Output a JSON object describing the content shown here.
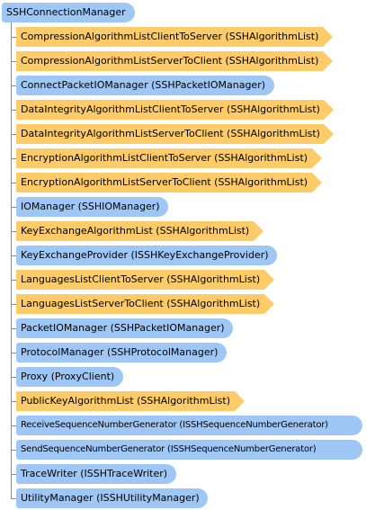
{
  "root": {
    "label": "SSHConnectionManager"
  },
  "members": [
    {
      "label": "CompressionAlgorithmListClientToServer (SSHAlgorithmList)",
      "kind": "orange"
    },
    {
      "label": "CompressionAlgorithmListServerToClient (SSHAlgorithmList)",
      "kind": "orange"
    },
    {
      "label": "ConnectPacketIOManager (SSHPacketIOManager)",
      "kind": "blue"
    },
    {
      "label": "DataIntegrityAlgorithmListClientToServer (SSHAlgorithmList)",
      "kind": "orange"
    },
    {
      "label": "DataIntegrityAlgorithmListServerToClient (SSHAlgorithmList)",
      "kind": "orange"
    },
    {
      "label": "EncryptionAlgorithmListClientToServer (SSHAlgorithmList)",
      "kind": "orange"
    },
    {
      "label": "EncryptionAlgorithmListServerToClient (SSHAlgorithmList)",
      "kind": "orange"
    },
    {
      "label": "IOManager (SSHIOManager)",
      "kind": "blue"
    },
    {
      "label": "KeyExchangeAlgorithmList (SSHAlgorithmList)",
      "kind": "orange"
    },
    {
      "label": "KeyExchangeProvider (ISSHKeyExchangeProvider)",
      "kind": "blue"
    },
    {
      "label": "LanguagesListClientToServer (SSHAlgorithmList)",
      "kind": "orange"
    },
    {
      "label": "LanguagesListServerToClient (SSHAlgorithmList)",
      "kind": "orange"
    },
    {
      "label": "PacketIOManager (SSHPacketIOManager)",
      "kind": "blue"
    },
    {
      "label": "ProtocolManager (SSHProtocolManager)",
      "kind": "blue"
    },
    {
      "label": "Proxy (ProxyClient)",
      "kind": "blue"
    },
    {
      "label": "PublicKeyAlgorithmList (SSHAlgorithmList)",
      "kind": "orange"
    },
    {
      "label": "ReceiveSequenceNumberGenerator (ISSHSequenceNumberGenerator)",
      "kind": "blue"
    },
    {
      "label": "SendSequenceNumberGenerator (ISSHSequenceNumberGenerator)",
      "kind": "blue"
    },
    {
      "label": "TraceWriter (ISSHTraceWriter)",
      "kind": "blue"
    },
    {
      "label": "UtilityManager (ISSHUtilityManager)",
      "kind": "blue"
    }
  ],
  "colors": {
    "class_node": "#9fc7f5",
    "interface_property_node": "#fdcb67",
    "connector": "#8a8a8a"
  }
}
